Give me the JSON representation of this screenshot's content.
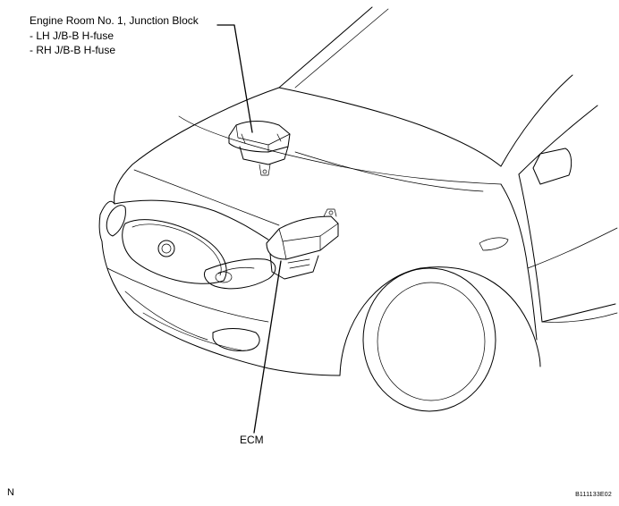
{
  "callouts": {
    "junction_block": {
      "title": "Engine Room No. 1, Junction Block",
      "items": [
        "- LH J/B-B H-fuse",
        "- RH J/B-B H-fuse"
      ]
    },
    "ecm": {
      "label": "ECM"
    }
  },
  "page_mark": "N",
  "figure_code": "B111133E02"
}
